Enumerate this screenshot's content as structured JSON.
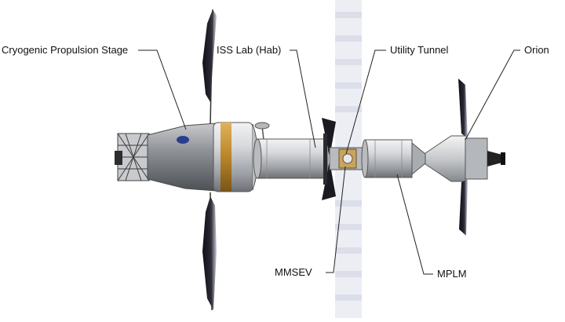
{
  "labels": {
    "cps": "Cryogenic Propulsion Stage",
    "iss_lab": "ISS Lab (Hab)",
    "utility_tunnel": "Utility Tunnel",
    "orion": "Orion",
    "mmsev": "MMSEV",
    "mplm": "MPLM"
  },
  "colors": {
    "background": "#ffffff",
    "hull_light": "#d8dadd",
    "hull_dark": "#6d7075",
    "band_orange": "#b9852a",
    "solar_panel": "#1c1c24",
    "leader_line": "#222222",
    "truss_strip": "#e6e6ef"
  }
}
